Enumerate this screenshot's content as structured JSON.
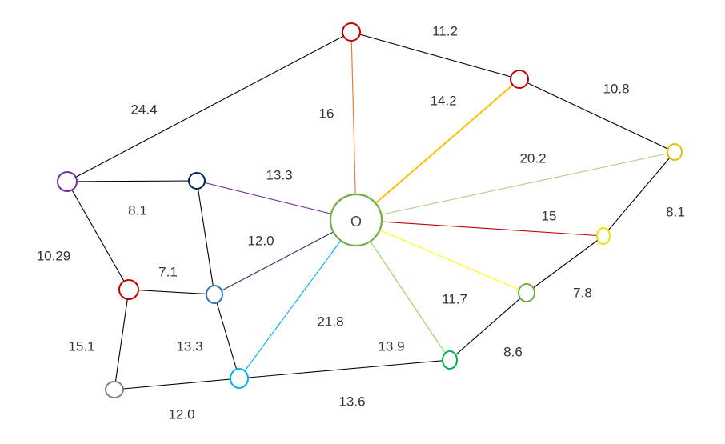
{
  "diagram": {
    "center_label": "O",
    "nodes": [
      {
        "id": "O",
        "color": "#70AD47"
      },
      {
        "id": "n_top",
        "color": "#C00000"
      },
      {
        "id": "n_topright",
        "color": "#C00000"
      },
      {
        "id": "n_right_yellow",
        "color": "#E6C200"
      },
      {
        "id": "n_purple",
        "color": "#7030A0"
      },
      {
        "id": "n_navy",
        "color": "#002060"
      },
      {
        "id": "n_red_left",
        "color": "#C00000"
      },
      {
        "id": "n_blue",
        "color": "#2E75B6"
      },
      {
        "id": "n_cyan",
        "color": "#00B0F0"
      },
      {
        "id": "n_gray",
        "color": "#7F7F7F"
      },
      {
        "id": "n_yellow_small",
        "color": "#F2E100"
      },
      {
        "id": "n_olive",
        "color": "#70AD47"
      },
      {
        "id": "n_green",
        "color": "#00B050"
      }
    ],
    "edges": [
      {
        "from": "n_top",
        "to": "n_topright",
        "label": "11.2",
        "color": "#000000"
      },
      {
        "from": "n_topright",
        "to": "n_right_yellow",
        "label": "10.8",
        "color": "#000000"
      },
      {
        "from": "n_top",
        "to": "n_purple",
        "label": "24.4",
        "color": "#000000"
      },
      {
        "from": "n_top",
        "to": "O",
        "label": "16",
        "color": "#ED7D31"
      },
      {
        "from": "n_topright",
        "to": "O",
        "label": "14.2",
        "color": "#FFC000"
      },
      {
        "from": "n_right_yellow",
        "to": "O",
        "label": "20.2",
        "color": "#A9D18E"
      },
      {
        "from": "n_purple",
        "to": "n_navy",
        "label": "8.1",
        "color": "#000000"
      },
      {
        "from": "n_navy",
        "to": "O",
        "label": "13.3",
        "color": "#7030A0"
      },
      {
        "from": "n_purple",
        "to": "n_red_left",
        "label": "10.29",
        "color": "#000000"
      },
      {
        "from": "n_red_left",
        "to": "n_blue",
        "label": "7.1",
        "color": "#000000"
      },
      {
        "from": "n_blue",
        "to": "O",
        "label": "12.0",
        "color": "#203864"
      },
      {
        "from": "n_right_yellow",
        "to": "n_yellow_small",
        "label": "8.1",
        "color": "#000000"
      },
      {
        "from": "n_yellow_small",
        "to": "O",
        "label": "15",
        "color": "#C00000"
      },
      {
        "from": "n_navy",
        "to": "n_blue",
        "label": "",
        "color": "#000000"
      },
      {
        "from": "n_red_left",
        "to": "n_gray",
        "label": "15.1",
        "color": "#000000"
      },
      {
        "from": "n_blue",
        "to": "n_cyan",
        "label": "13.3",
        "color": "#000000"
      },
      {
        "from": "n_cyan",
        "to": "O",
        "label": "21.8",
        "color": "#00B0F0"
      },
      {
        "from": "n_olive",
        "to": "O",
        "label": "11.7",
        "color": "#FFFF00"
      },
      {
        "from": "n_yellow_small",
        "to": "n_olive",
        "label": "7.8",
        "color": "#000000"
      },
      {
        "from": "n_green",
        "to": "O",
        "label": "13.9",
        "color": "#92D050"
      },
      {
        "from": "n_olive",
        "to": "n_green",
        "label": "8.6",
        "color": "#000000"
      },
      {
        "from": "n_gray",
        "to": "n_cyan",
        "label": "12.0",
        "color": "#000000"
      },
      {
        "from": "n_cyan",
        "to": "n_green",
        "label": "13.6",
        "color": "#000000"
      }
    ]
  }
}
